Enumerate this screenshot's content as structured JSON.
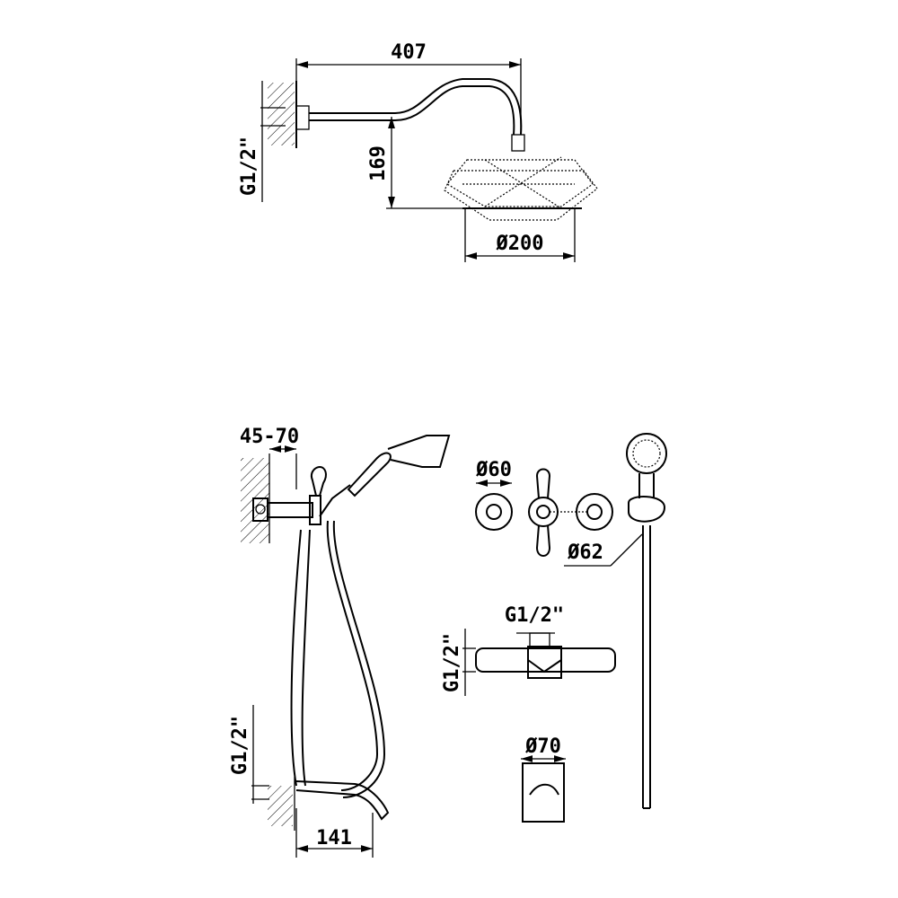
{
  "top_view": {
    "arm_length": "407",
    "drop_height": "169",
    "head_diameter": "Ø200",
    "thread": "G1/2\""
  },
  "bottom_view": {
    "wall_depth": "45-70",
    "thread": "G1/2\"",
    "spout_projection": "141"
  },
  "detail_views": {
    "knob_diameter": "Ø60",
    "escutcheon_diameter": "Ø62",
    "inlet_thread_top": "G1/2\"",
    "inlet_thread_side": "G1/2\"",
    "spout_diameter": "Ø70"
  }
}
